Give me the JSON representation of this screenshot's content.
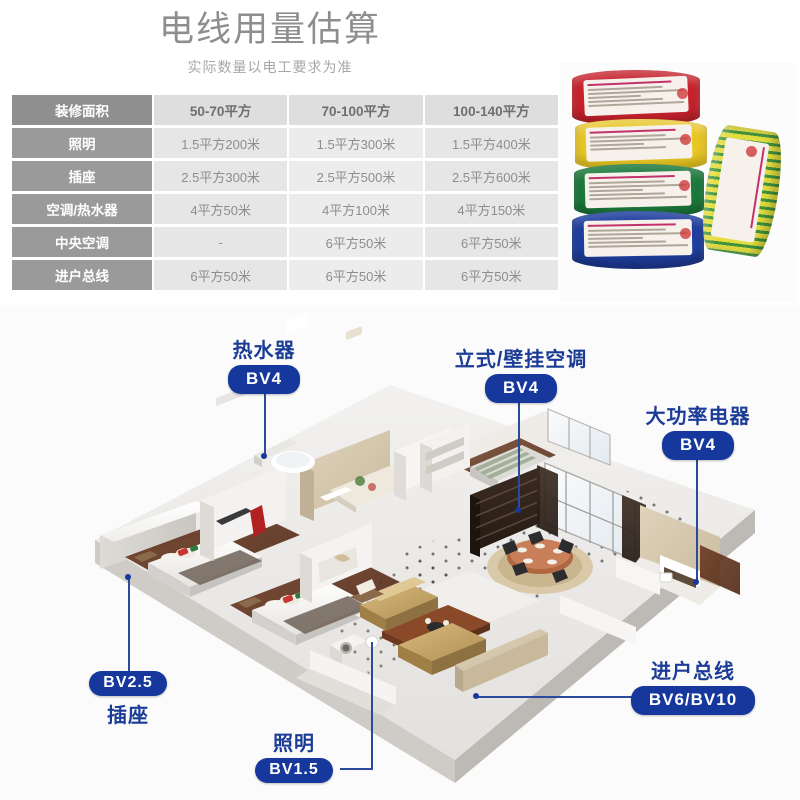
{
  "header": {
    "title": "电线用量估算",
    "subtitle": "实际数量以电工要求为准"
  },
  "table": {
    "columns": [
      "装修面积",
      "50-70平方",
      "70-100平方",
      "100-140平方"
    ],
    "rows": [
      {
        "label": "照明",
        "values": [
          "1.5平方200米",
          "1.5平方300米",
          "1.5平方400米"
        ]
      },
      {
        "label": "插座",
        "values": [
          "2.5平方300米",
          "2.5平方500米",
          "2.5平方600米"
        ]
      },
      {
        "label": "空调/热水器",
        "values": [
          "4平方50米",
          "4平方100米",
          "4平方150米"
        ]
      },
      {
        "label": "中央空调",
        "values": [
          "-",
          "6平方50米",
          "6平方50米"
        ]
      },
      {
        "label": "进户总线",
        "values": [
          "6平方50米",
          "6平方50米",
          "6平方50米"
        ]
      }
    ]
  },
  "coils": {
    "alt": "电线线盘",
    "items": [
      {
        "name": "红色电线盘",
        "color": "#c7222c"
      },
      {
        "name": "黄色电线盘",
        "color": "#e8c623"
      },
      {
        "name": "绿色电线盘",
        "color": "#1c7a3c"
      },
      {
        "name": "蓝色电线盘",
        "color": "#1f3fa0"
      },
      {
        "name": "黄绿电线盘",
        "color": "#d9d43a"
      }
    ]
  },
  "floorplan": {
    "alt": "户型电线布置示意图",
    "callouts": [
      {
        "id": "water-heater",
        "title": "热水器",
        "badge": "BV4",
        "title_pos": "above"
      },
      {
        "id": "air-conditioner",
        "title": "立式/壁挂空调",
        "badge": "BV4",
        "title_pos": "above"
      },
      {
        "id": "high-power",
        "title": "大功率电器",
        "badge": "BV4",
        "title_pos": "above"
      },
      {
        "id": "main-line",
        "title": "进户总线",
        "badge": "BV6/BV10",
        "title_pos": "above"
      },
      {
        "id": "socket",
        "title": "插座",
        "badge": "BV2.5",
        "title_pos": "below"
      },
      {
        "id": "lighting",
        "title": "照明",
        "badge": "BV1.5",
        "title_pos": "above"
      }
    ]
  },
  "colors": {
    "accent": "#16379b",
    "title_gray": "#8e8e8e",
    "table_header": "#9a9a9a",
    "table_cell": "#e6e6e6"
  }
}
